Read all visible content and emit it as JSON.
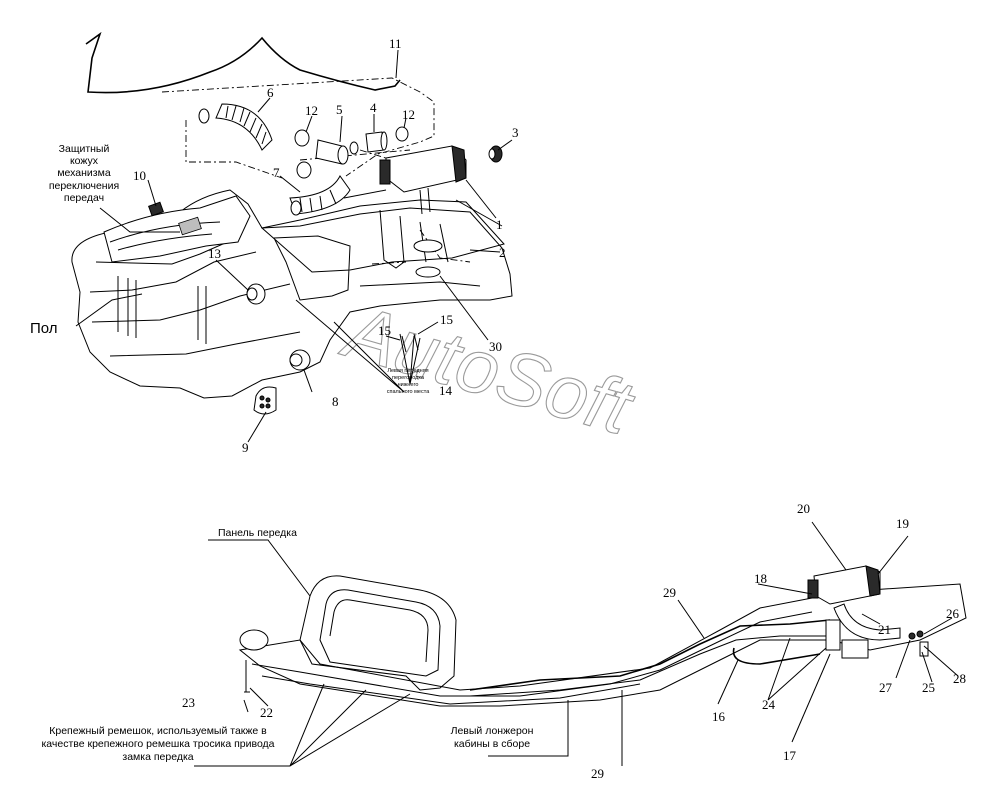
{
  "watermark": "AutoSoft",
  "labels": {
    "floor": "Пол",
    "shift_cover": [
      "Защитный",
      "кожух",
      "механизма",
      "переключения",
      "передач"
    ],
    "front_panel": "Панель передка",
    "strap": [
      "Крепежный ремешок, используемый также в",
      "качестве крепежного ремешка тросика привода",
      "замка передка"
    ],
    "left_member": [
      "Левый лонжерон",
      "кабины в сборе"
    ],
    "small_note": [
      "Левая передняя",
      "перегородка",
      "нижнего",
      "спального места"
    ]
  },
  "callouts": {
    "n1": "1",
    "n2": "2",
    "n3": "3",
    "n4": "4",
    "n5": "5",
    "n6": "6",
    "n7": "7",
    "n8": "8",
    "n9": "9",
    "n10": "10",
    "n11": "11",
    "n12a": "12",
    "n12b": "12",
    "n13": "13",
    "n14": "14",
    "n15a": "15",
    "n15b": "15",
    "n16": "16",
    "n17": "17",
    "n19": "19",
    "n20": "20",
    "n18": "18",
    "n21": "21",
    "n22": "22",
    "n23": "23",
    "n24": "24",
    "n25": "25",
    "n26": "26",
    "n27": "27",
    "n28": "28",
    "n29a": "29",
    "n29b": "29",
    "n30": "30"
  }
}
